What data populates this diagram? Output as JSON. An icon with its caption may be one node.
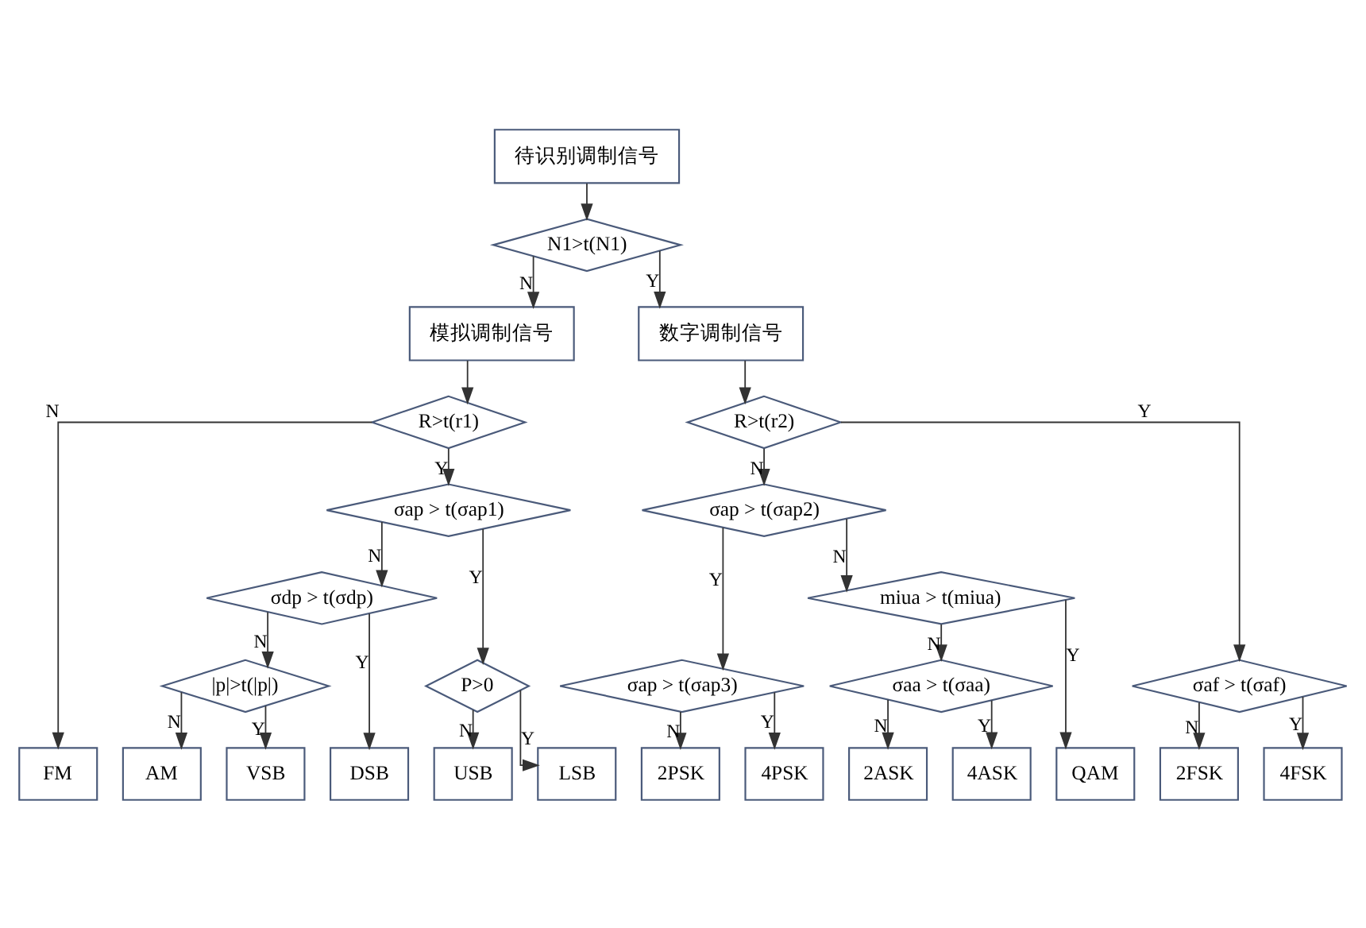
{
  "diagram": {
    "nodes": [
      {
        "text": [
          "待识别调制信号"
        ]
      },
      {
        "text": [
          "N1>t(N1)"
        ]
      },
      {
        "text": [
          "模拟调制信号"
        ]
      },
      {
        "text": [
          "数字调制信号"
        ]
      },
      {
        "text": [
          "R>t(r1)"
        ]
      },
      {
        "text": [
          "σap > t(σap1)"
        ]
      },
      {
        "text": [
          "σdp > t(σdp)"
        ]
      },
      {
        "text": [
          "|p|>t(|p|)"
        ]
      },
      {
        "text": [
          "P>0"
        ]
      },
      {
        "text": [
          "R>t(r2)"
        ]
      },
      {
        "text": [
          "σap > t(σap2)"
        ]
      },
      {
        "text": [
          "σaf > t(σaf)"
        ]
      },
      {
        "text": [
          "miua > t(miua)"
        ]
      },
      {
        "text": [
          "σap > t(σap3)"
        ]
      },
      {
        "text": [
          "σaa > t(σaa)"
        ]
      },
      {
        "text": [
          "FM"
        ]
      },
      {
        "text": [
          "AM"
        ]
      },
      {
        "text": [
          "VSB"
        ]
      },
      {
        "text": [
          "DSB"
        ]
      },
      {
        "text": [
          "USB"
        ]
      },
      {
        "text": [
          "LSB"
        ]
      },
      {
        "text": [
          "2PSK"
        ]
      },
      {
        "text": [
          "4PSK"
        ]
      },
      {
        "text": [
          "2ASK"
        ]
      },
      {
        "text": [
          "4ASK"
        ]
      },
      {
        "text": [
          "QAM"
        ]
      },
      {
        "text": [
          "2FSK"
        ]
      },
      {
        "text": [
          "4FSK"
        ]
      }
    ],
    "edges": [
      {
        "from": 0,
        "to": 1,
        "arrow": "to"
      },
      {
        "from": 1,
        "to": 2,
        "arrow": "to",
        "label": "N"
      },
      {
        "from": 1,
        "to": 3,
        "arrow": "to",
        "label": "Y"
      },
      {
        "from": 2,
        "to": 4,
        "arrow": "to"
      },
      {
        "from": 3,
        "to": 9,
        "arrow": "to"
      },
      {
        "from": 4,
        "to": 15,
        "arrow": "to",
        "label": "N"
      },
      {
        "from": 4,
        "to": 5,
        "arrow": "to",
        "label": "Y"
      },
      {
        "from": 5,
        "to": 6,
        "arrow": "to",
        "label": "N"
      },
      {
        "from": 5,
        "to": 8,
        "arrow": "to",
        "label": "Y"
      },
      {
        "from": 6,
        "to": 7,
        "arrow": "to",
        "label": "N"
      },
      {
        "from": 6,
        "to": 18,
        "arrow": "to",
        "label": "Y"
      },
      {
        "from": 7,
        "to": 16,
        "arrow": "to",
        "label": "N"
      },
      {
        "from": 7,
        "to": 17,
        "arrow": "to",
        "label": "Y"
      },
      {
        "from": 8,
        "to": 19,
        "arrow": "to",
        "label": "N"
      },
      {
        "from": 8,
        "to": 20,
        "arrow": "to",
        "label": "Y"
      },
      {
        "from": 9,
        "to": 10,
        "arrow": "to",
        "label": "N"
      },
      {
        "from": 9,
        "to": 11,
        "arrow": "to",
        "label": "Y"
      },
      {
        "from": 10,
        "to": 13,
        "arrow": "to",
        "label": "Y"
      },
      {
        "from": 10,
        "to": 12,
        "arrow": "to",
        "label": "N"
      },
      {
        "from": 12,
        "to": 14,
        "arrow": "to",
        "label": "N"
      },
      {
        "from": 12,
        "to": 25,
        "arrow": "to",
        "label": "Y"
      },
      {
        "from": 13,
        "to": 21,
        "arrow": "to",
        "label": "N"
      },
      {
        "from": 13,
        "to": 22,
        "arrow": "to",
        "label": "Y"
      },
      {
        "from": 14,
        "to": 23,
        "arrow": "to",
        "label": "N"
      },
      {
        "from": 14,
        "to": 24,
        "arrow": "to",
        "label": "Y"
      },
      {
        "from": 11,
        "to": 26,
        "arrow": "to",
        "label": "N"
      },
      {
        "from": 11,
        "to": 27,
        "arrow": "to",
        "label": "Y"
      }
    ]
  }
}
